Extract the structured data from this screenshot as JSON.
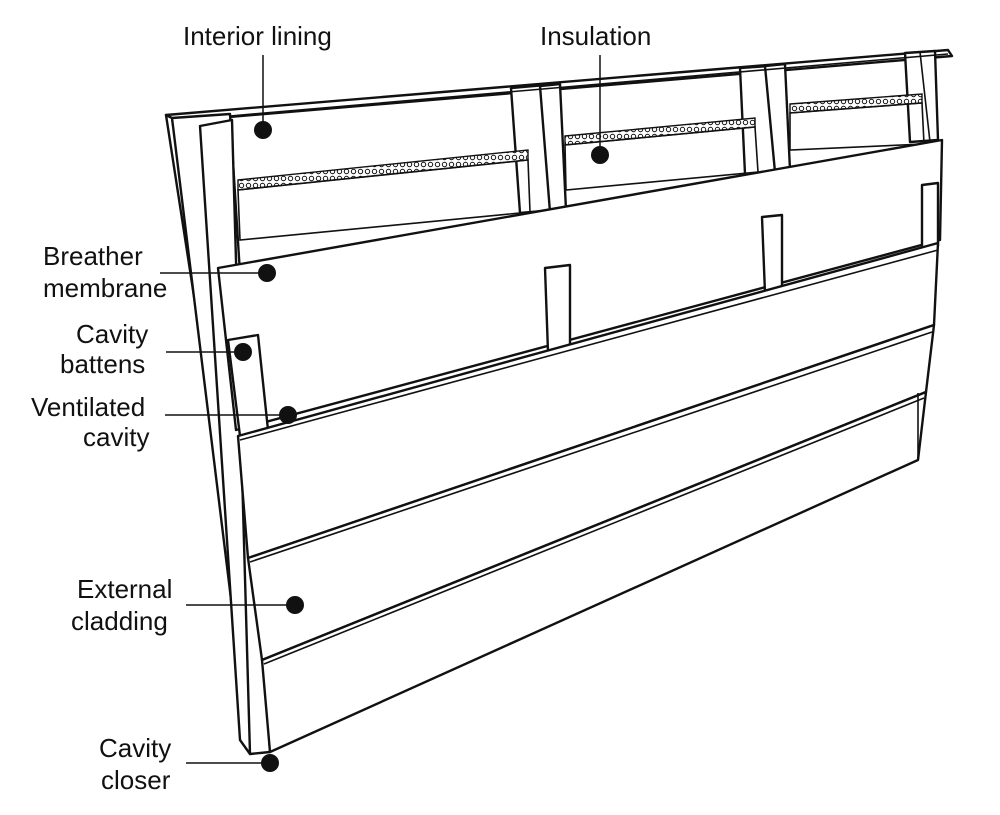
{
  "labels": {
    "interior_lining": "Interior lining",
    "insulation": "Insulation",
    "breather_1": "Breather",
    "breather_2": "membrane",
    "battens_1": "Cavity",
    "battens_2": "battens",
    "ventilated_1": "Ventilated",
    "ventilated_2": "cavity",
    "cladding_1": "External",
    "cladding_2": "cladding",
    "closer_1": "Cavity",
    "closer_2": "closer"
  }
}
